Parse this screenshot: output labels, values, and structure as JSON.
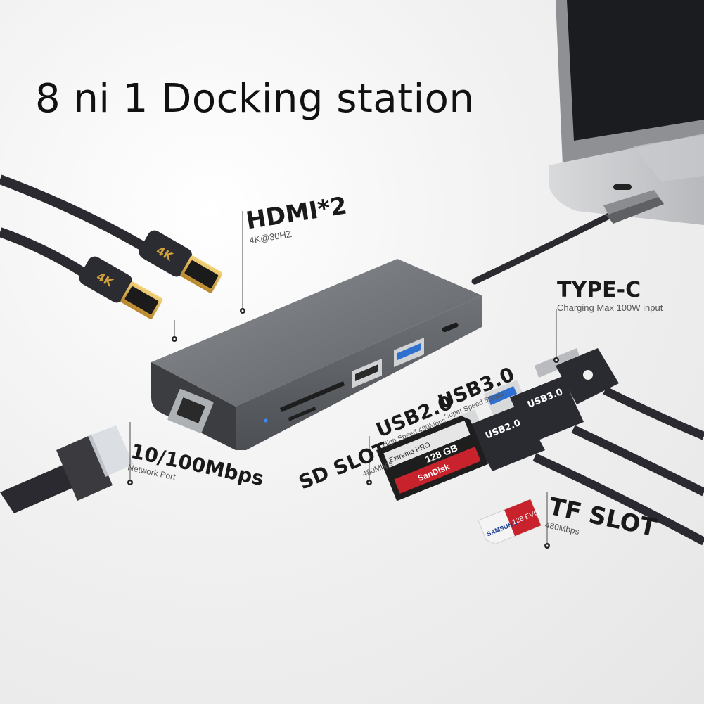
{
  "title": "8 ni 1 Docking station",
  "hdmi": {
    "label": "HDMI*2",
    "spec": "4K@30HZ"
  },
  "typec": {
    "label": "TYPE-C",
    "spec": "Charging Max 100W input"
  },
  "usb30": {
    "label": "USB3.0",
    "spec": "Super Speed 5Gbps"
  },
  "usb20": {
    "label": "USB2.0",
    "spec": "High Speed 480Mbps"
  },
  "sd": {
    "label": "SD SLOT",
    "spec": "480Mbps"
  },
  "lan": {
    "label": "10/100Mbps",
    "spec": "Network Port"
  },
  "tf": {
    "label": "TF SLOT",
    "spec": "480Mbps"
  },
  "connector_text": {
    "hdmi_badge": "4K",
    "usb3_plug": "USB3.0",
    "usb2_plug": "USB2.0"
  },
  "sd_card": {
    "brand": "SanDisk",
    "line": "Extreme PRO",
    "capacity": "128 GB"
  },
  "tf_card": {
    "brand": "SAMSUNG",
    "capacity": "128 EVO"
  },
  "colors": {
    "hub": "#6f7276",
    "cable": "#2a2a30",
    "gold": "#d3a23a",
    "usb3_blue": "#2f6fd0",
    "sd_red": "#c8232c"
  }
}
